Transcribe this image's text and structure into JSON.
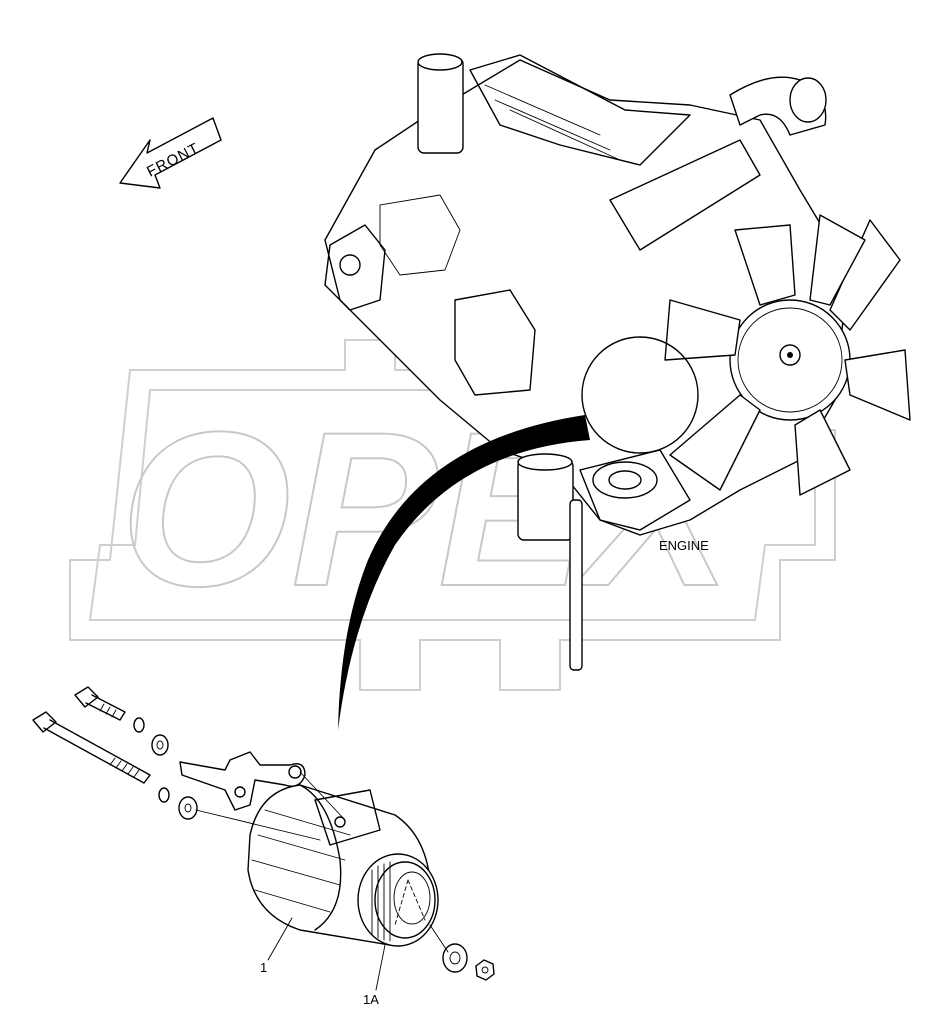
{
  "diagram": {
    "direction_label": "FRONT",
    "engine_label": "ENGINE",
    "watermark_text": "OPEX",
    "callouts": [
      {
        "id": "1",
        "label": "1"
      },
      {
        "id": "1A",
        "label": "1A"
      }
    ],
    "icons": [
      "front-arrow-icon",
      "gear-watermark-icon",
      "engine-illustration",
      "alternator-illustration"
    ]
  }
}
